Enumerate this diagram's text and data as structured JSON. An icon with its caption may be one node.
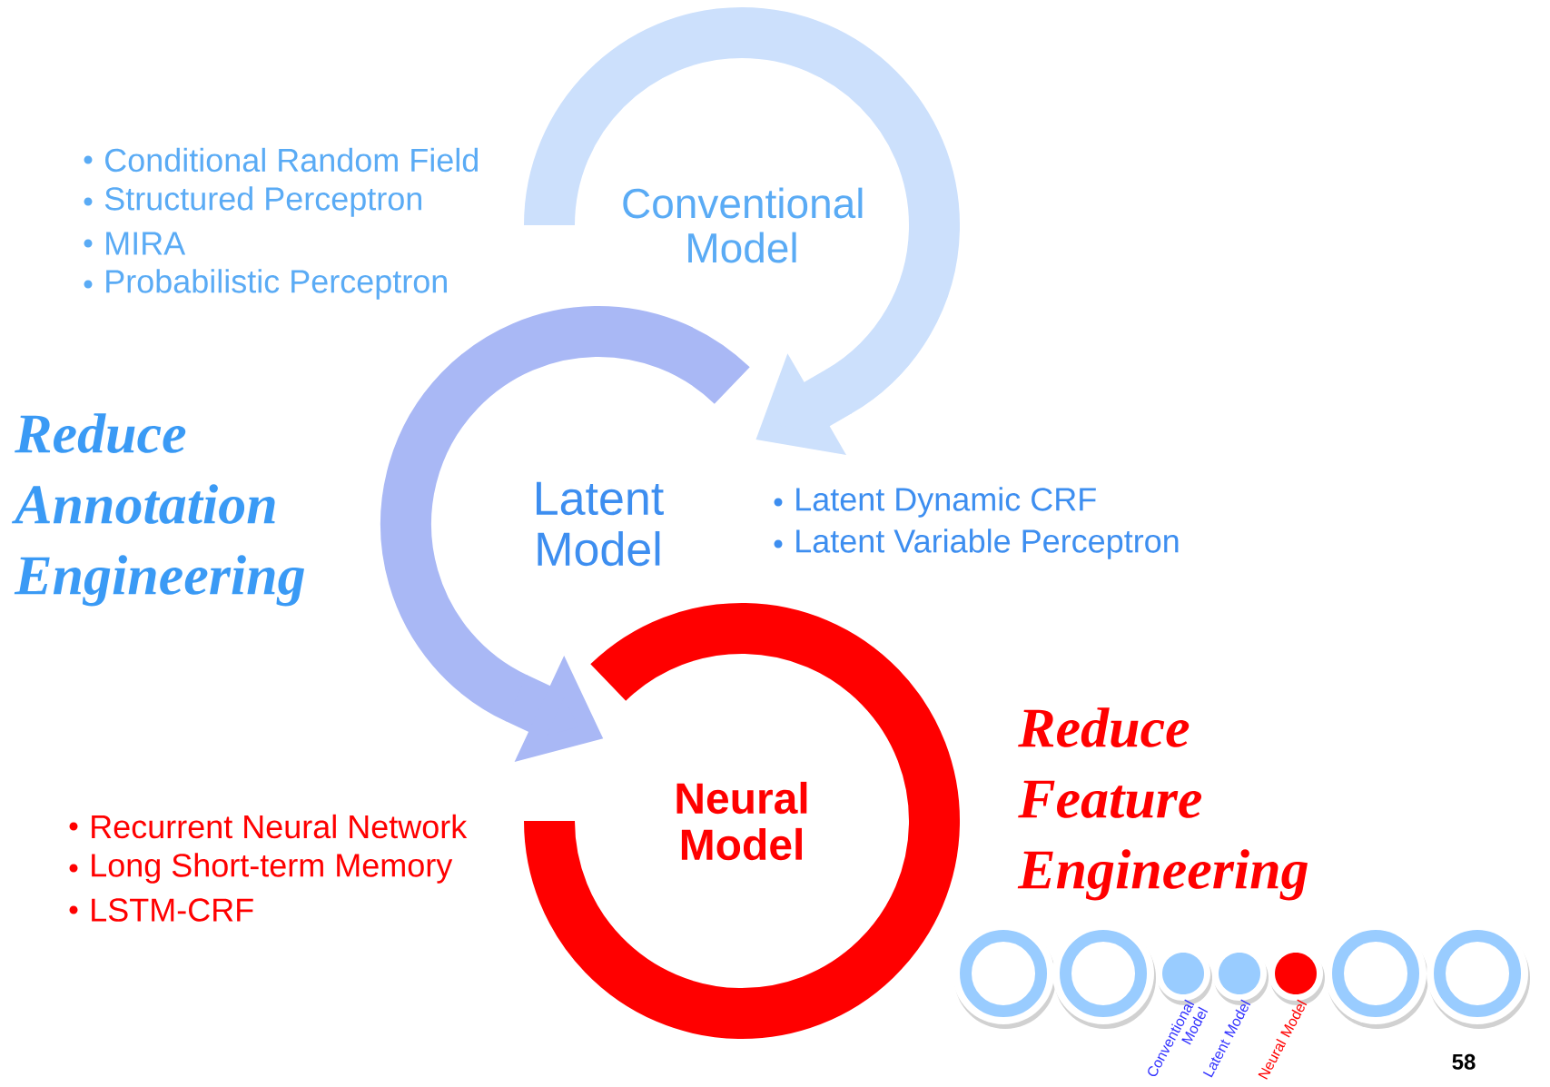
{
  "diagram": {
    "nodes": [
      {
        "text": [
          "Conventional Model"
        ]
      },
      {
        "text": [
          "Latent Model"
        ]
      },
      {
        "text": [
          "Neural Model"
        ]
      },
      {
        "text": [],
        "shape": "circle"
      },
      {
        "text": [],
        "shape": "circle"
      },
      {
        "text": [],
        "shape": "circle",
        "beside": [
          "Conventional Model"
        ]
      },
      {
        "text": [],
        "shape": "circle",
        "beside": [
          "Latent Model"
        ]
      },
      {
        "text": [],
        "shape": "circle",
        "beside": [
          "Neural Model"
        ]
      },
      {
        "text": [],
        "shape": "circle"
      },
      {
        "text": [],
        "shape": "circle"
      }
    ],
    "edges": [
      {
        "from": 0,
        "to": 1,
        "arrow": "to"
      },
      {
        "from": 1,
        "to": 2,
        "arrow": "to"
      }
    ],
    "labels": [
      "Conditional Random Field",
      "Structured Perceptron",
      "MIRA",
      "Probabilistic Perceptron",
      "Reduce Annotation Engineering",
      "Latent Dynamic CRF",
      "Latent Variable Perceptron",
      "Recurrent Neural Network",
      "Long Short-term Memory",
      "LSTM-CRF",
      "Reduce Feature Engineering",
      "58"
    ]
  }
}
